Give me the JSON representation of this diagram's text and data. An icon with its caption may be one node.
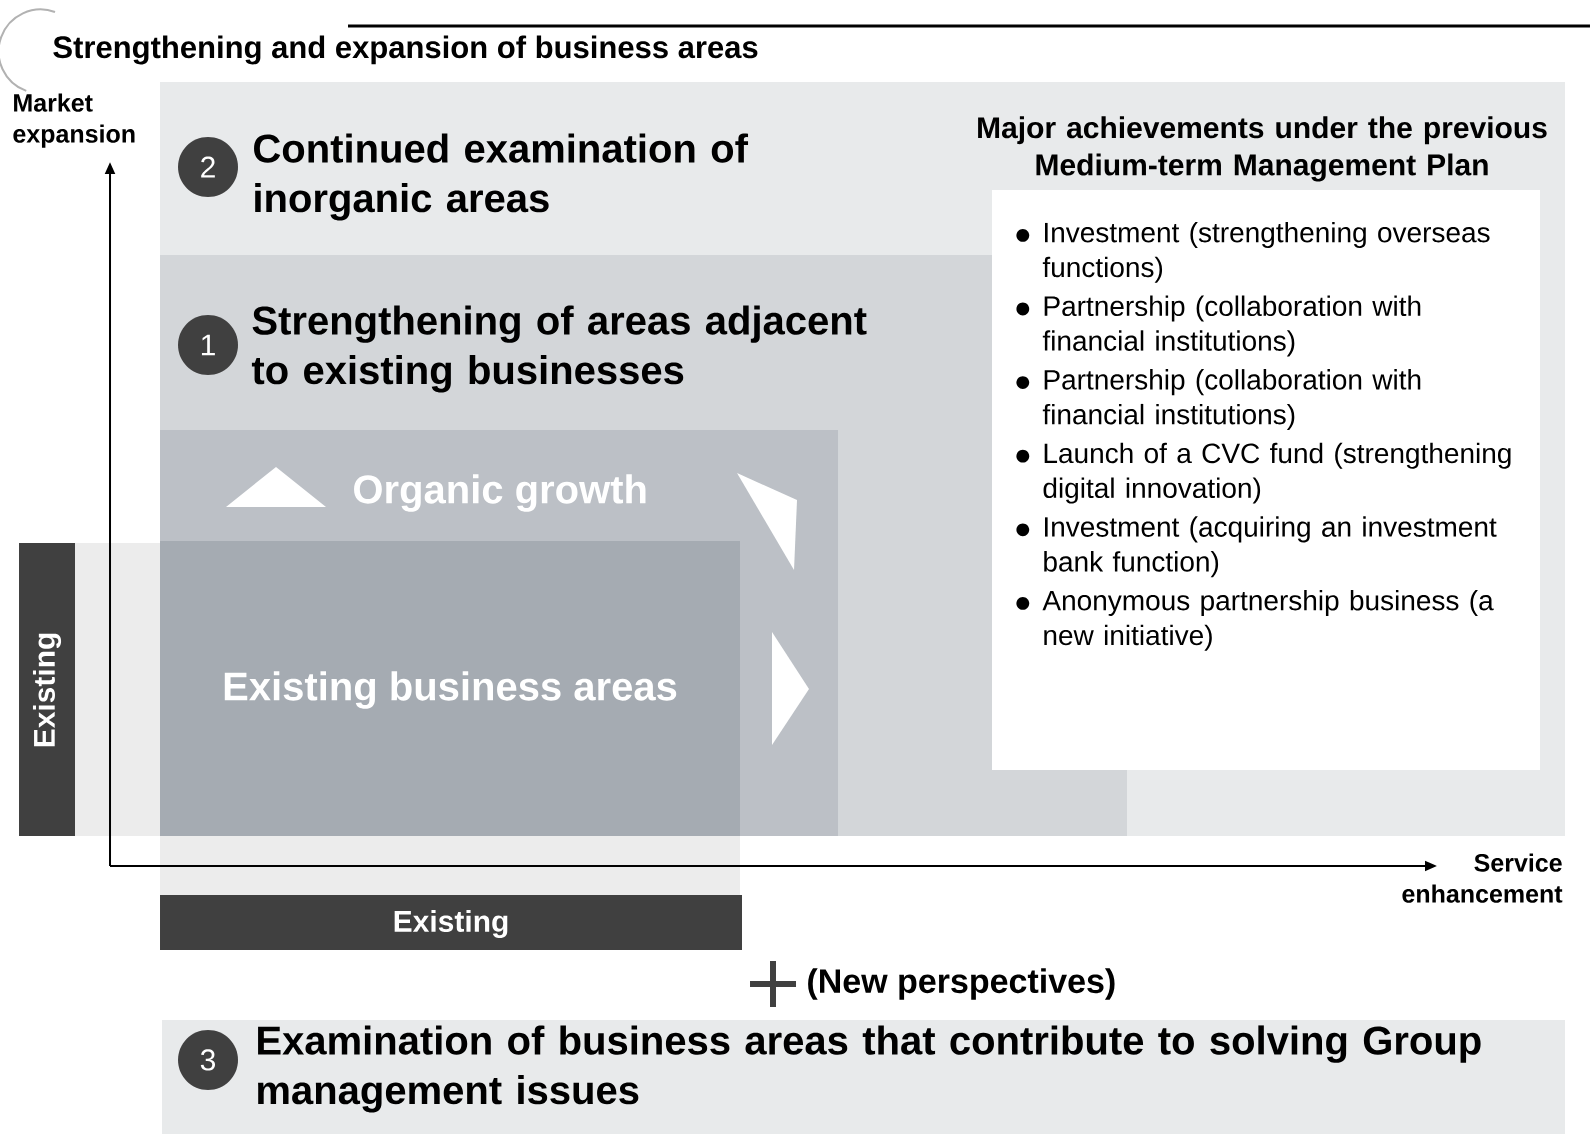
{
  "diagram": {
    "nodes": [
      {
        "text": [
          "Continued examination of inorganic areas"
        ]
      },
      {
        "text": [
          "2"
        ],
        "in": 0
      },
      {
        "text": [
          "Strengthening of areas adjacent to existing businesses"
        ],
        "in": 0
      },
      {
        "text": [
          "1"
        ],
        "in": 2
      },
      {
        "text": [
          "Organic growth"
        ],
        "in": 2
      },
      {
        "text": [
          "Existing business areas"
        ],
        "in": 4
      },
      {
        "text": [
          "Major achievements under the previous Medium-term Management Plan",
          "Investment (strengthening overseas functions)",
          "Partnership (collaboration with financial institutions)",
          "Partnership (collaboration with financial institutions)",
          "Launch of a CVC fund (strengthening digital innovation)",
          "Investment (acquiring an investment bank function)",
          "Anonymous partnership business (a new initiative)"
        ],
        "in": 0
      },
      {
        "text": [
          "Existing"
        ]
      },
      {
        "text": [
          "Existing"
        ]
      },
      {
        "text": [
          "Examination of business areas that contribute to solving Group management issues"
        ]
      },
      {
        "text": [
          "3"
        ],
        "in": 9
      }
    ],
    "labels": [
      "Strengthening and expansion of business areas",
      "Market expansion",
      "Service enhancement",
      "(New perspectives)"
    ]
  }
}
